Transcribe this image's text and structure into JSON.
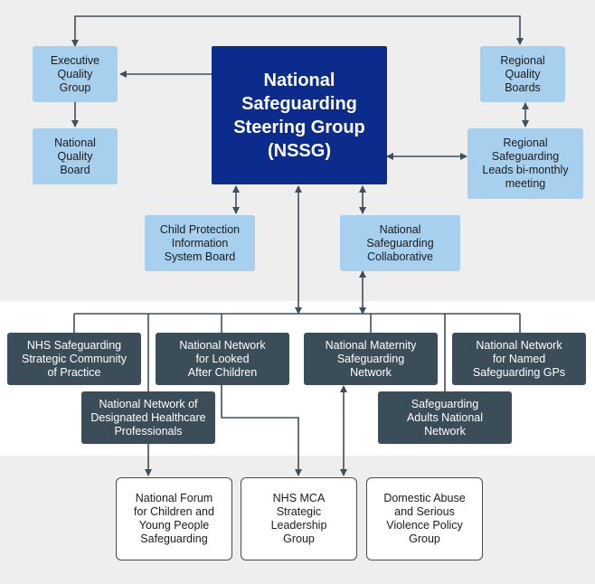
{
  "nodes": {
    "nssg": "National\nSafeguarding\nSteering Group\n(NSSG)",
    "executive_quality_group": "Executive\nQuality\nGroup",
    "national_quality_board": "National\nQuality\nBoard",
    "regional_quality_boards": "Regional\nQuality\nBoards",
    "regional_safeguarding_leads": "Regional\nSafeguarding\nLeads bi-monthly\nmeeting",
    "child_protection_board": "Child Protection\nInformation\nSystem Board",
    "national_safeguarding_collaborative": "National\nSafeguarding\nCollaborative",
    "nhs_safeguarding_strategic": "NHS Safeguarding\nStrategic Community\nof Practice",
    "network_looked_after_children": "National Network\nfor Looked\nAfter Children",
    "maternity_safeguarding_network": "National Maternity\nSafeguarding\nNetwork",
    "network_named_gps": "National Network\nfor Named\nSafeguarding GPs",
    "network_designated_professionals": "National Network of\nDesignated Healthcare\nProfessionals",
    "adults_national_network": "Safeguarding\nAdults National\nNetwork",
    "forum_children_young_people": "National Forum\nfor Children and\nYoung People\nSafeguarding",
    "nhs_mca_leadership": "NHS MCA\nStrategic\nLeadership\nGroup",
    "domestic_abuse_policy": "Domestic Abuse\nand Serious\nViolence Policy\nGroup"
  },
  "colors": {
    "main": "#0b2c8c",
    "light": "#a7d0ef",
    "dark": "#3c4d5a",
    "line": "#3e4f5c",
    "band": "#eeeeee"
  }
}
